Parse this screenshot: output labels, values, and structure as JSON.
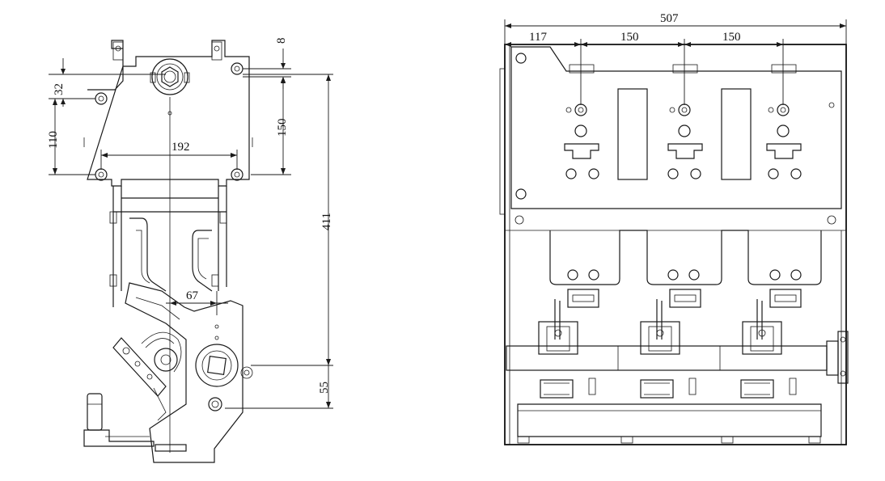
{
  "views": {
    "side": {
      "dims": {
        "d8": "8",
        "d32": "32",
        "d150": "150",
        "d110": "110",
        "d192": "192",
        "d411": "411",
        "d67": "67",
        "d55": "55"
      }
    },
    "front": {
      "dims": {
        "d507": "507",
        "d117": "117",
        "d150a": "150",
        "d150b": "150"
      }
    }
  },
  "colors": {
    "line": "#1a1a1a",
    "background": "#ffffff"
  }
}
